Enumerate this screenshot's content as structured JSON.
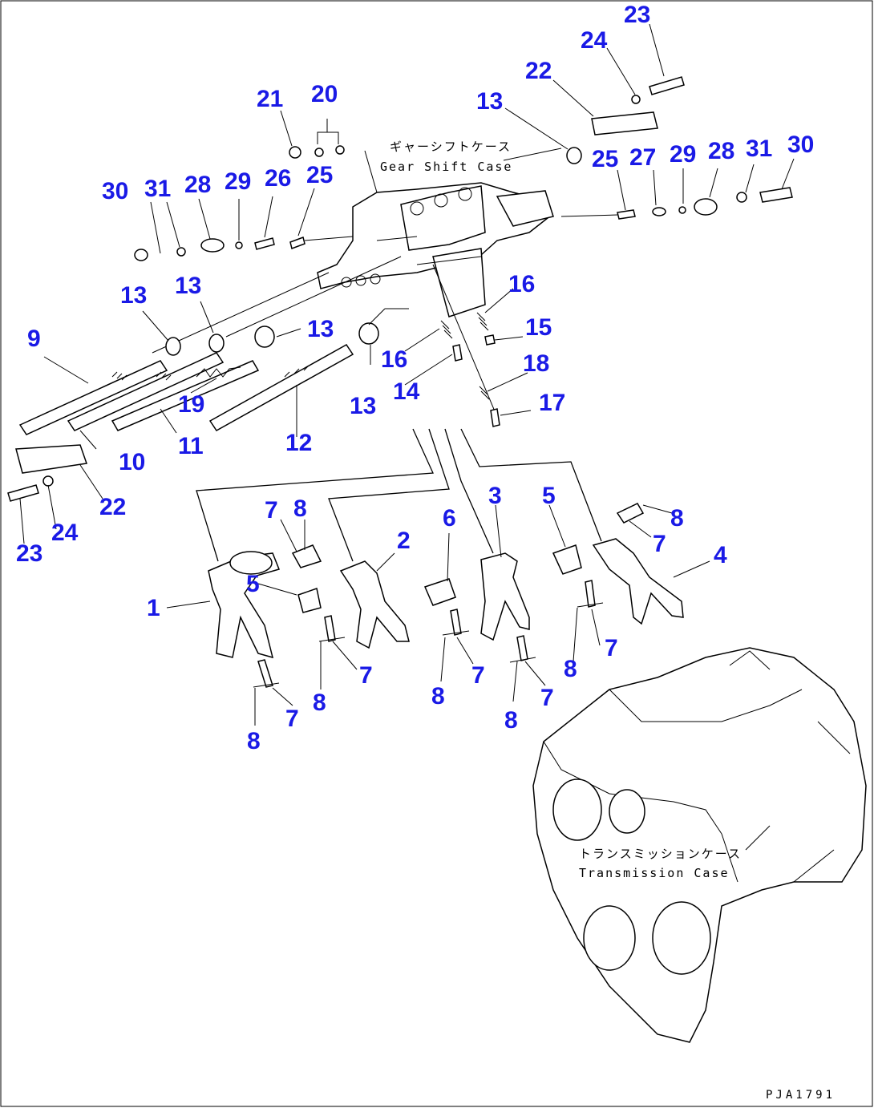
{
  "callouts": [
    "23",
    "24",
    "22",
    "13",
    "21",
    "20",
    "30",
    "31",
    "28",
    "29",
    "26",
    "25",
    "25",
    "27",
    "29",
    "28",
    "31",
    "30",
    "16",
    "15",
    "13",
    "13",
    "13",
    "16",
    "14",
    "18",
    "17",
    "9",
    "19",
    "13",
    "10",
    "11",
    "12",
    "22",
    "24",
    "23",
    "7",
    "8",
    "3",
    "5",
    "6",
    "8",
    "2",
    "7",
    "1",
    "5",
    "4",
    "7",
    "8",
    "7",
    "8",
    "7",
    "8",
    "7",
    "8",
    "7",
    "8"
  ],
  "labels": {
    "gear_case_jp": "ギャーシフトケース",
    "gear_case_en": "Gear Shift Case",
    "trans_case_jp": "トランスミッションケース",
    "trans_case_en": "Transmission Case"
  },
  "figure_code": "PJA1791"
}
